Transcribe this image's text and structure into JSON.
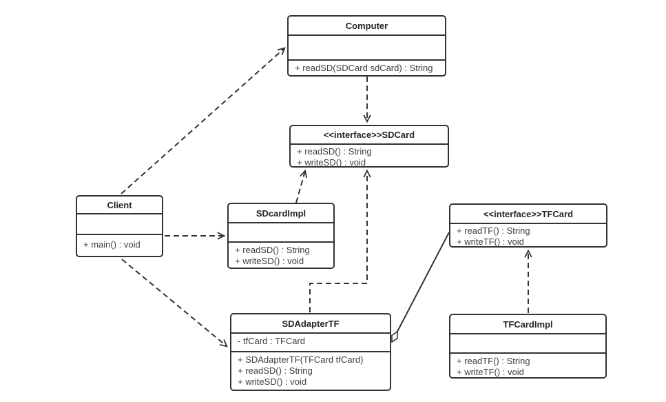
{
  "colors": {
    "line": "#333333",
    "box_border": "#333333",
    "header_text": "#262626",
    "member_text": "#3d3d3d",
    "background": "#ffffff"
  },
  "classes": {
    "computer": {
      "name": "Computer",
      "attributes": [],
      "methods": [
        "+ readSD(SDCard sdCard) : String"
      ]
    },
    "sdcard": {
      "name": "<<interface>>SDCard",
      "methods": [
        "+ readSD() : String",
        "+ writeSD() : void"
      ]
    },
    "client": {
      "name": "Client",
      "attributes": [],
      "methods": [
        "+ main() : void"
      ]
    },
    "sdcardimpl": {
      "name": "SDcardImpl",
      "attributes": [],
      "methods": [
        "+ readSD() : String",
        "+ writeSD() : void"
      ]
    },
    "tfcard": {
      "name": "<<interface>>TFCard",
      "methods": [
        "+ readTF() : String",
        "+ writeTF() : void"
      ]
    },
    "sdadaptertf": {
      "name": "SDAdapterTF",
      "attributes": [
        "- tfCard : TFCard"
      ],
      "methods": [
        "+ SDAdapterTF(TFCard tfCard)",
        "+ readSD() : String",
        "+ writeSD() : void"
      ]
    },
    "tfcardimpl": {
      "name": "TFCardImpl",
      "attributes": [],
      "methods": [
        "+ readTF() : String",
        "+ writeTF() : void"
      ]
    }
  },
  "relationships": [
    {
      "type": "dashed-open-arrow",
      "from": "Client",
      "to": "Computer"
    },
    {
      "type": "dashed-open-arrow",
      "from": "Computer",
      "to": "SDCard"
    },
    {
      "type": "dashed-open-arrow",
      "from": "Client",
      "to": "SDcardImpl"
    },
    {
      "type": "dashed-open-arrow",
      "from": "SDcardImpl",
      "to": "SDCard"
    },
    {
      "type": "dashed-open-arrow",
      "from": "SDAdapterTF",
      "to": "SDCard"
    },
    {
      "type": "dashed-open-arrow",
      "from": "Client",
      "to": "SDAdapterTF"
    },
    {
      "type": "solid-open-diamond-aggregation",
      "from": "SDAdapterTF",
      "to": "TFCard"
    },
    {
      "type": "dashed-open-arrow",
      "from": "TFCardImpl",
      "to": "TFCard"
    }
  ]
}
